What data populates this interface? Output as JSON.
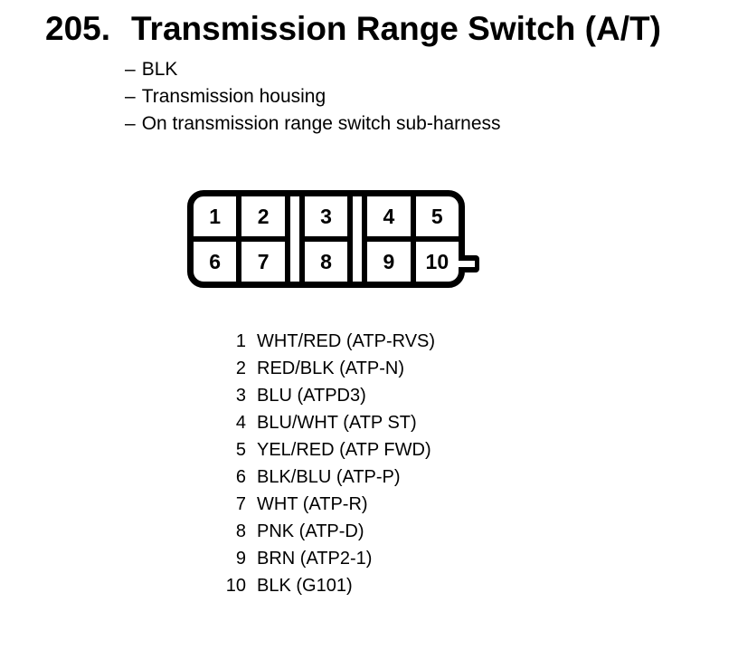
{
  "colors": {
    "ink": "#000000",
    "paper": "#ffffff"
  },
  "heading": {
    "number": "205.",
    "title": "Transmission Range Switch (A/T)"
  },
  "details": {
    "dash": "–",
    "items": [
      "BLK",
      "Transmission housing",
      "On transmission range switch sub-harness"
    ]
  },
  "connector": {
    "rows": [
      [
        "1",
        "2",
        "3",
        "4",
        "5"
      ],
      [
        "6",
        "7",
        "8",
        "9",
        "10"
      ]
    ]
  },
  "pinout": [
    {
      "num": "1",
      "label": "WHT/RED (ATP-RVS)"
    },
    {
      "num": "2",
      "label": "RED/BLK (ATP-N)"
    },
    {
      "num": "3",
      "label": "BLU (ATPD3)"
    },
    {
      "num": "4",
      "label": "BLU/WHT (ATP ST)"
    },
    {
      "num": "5",
      "label": "YEL/RED (ATP FWD)"
    },
    {
      "num": "6",
      "label": "BLK/BLU (ATP-P)"
    },
    {
      "num": "7",
      "label": "WHT (ATP-R)"
    },
    {
      "num": "8",
      "label": "PNK (ATP-D)"
    },
    {
      "num": "9",
      "label": "BRN (ATP2-1)"
    },
    {
      "num": "10",
      "label": "BLK (G101)"
    }
  ]
}
